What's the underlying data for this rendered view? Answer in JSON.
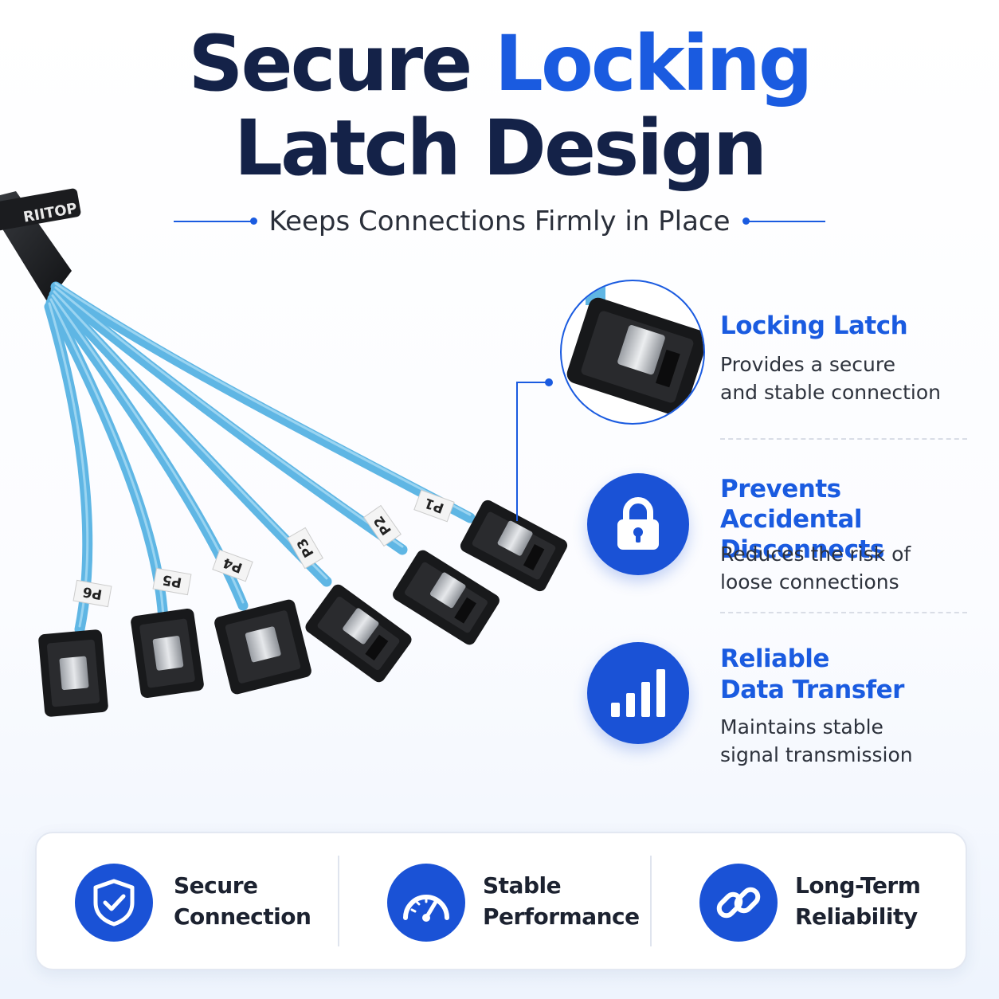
{
  "headline": {
    "line1_prefix": "Secure",
    "line1_accent": "Locking",
    "line2": "Latch Design"
  },
  "subtitle": "Keeps Connections Firmly in Place",
  "cable": {
    "brand": "RIITOP",
    "port_labels": [
      "P1",
      "P2",
      "P3",
      "P4",
      "P5",
      "P6"
    ]
  },
  "features": [
    {
      "title_line1": "Locking Latch",
      "title_line2": "",
      "desc_line1": "Provides a secure",
      "desc_line2": "and stable connection",
      "icon": "connector-zoom"
    },
    {
      "title_line1": "Prevents",
      "title_line2": "Accidental Disconnects",
      "desc_line1": "Reduces the risk of",
      "desc_line2": "loose connections",
      "icon": "lock-icon"
    },
    {
      "title_line1": "Reliable",
      "title_line2": "Data Transfer",
      "desc_line1": "Maintains stable",
      "desc_line2": "signal transmission",
      "icon": "signal-bars-icon"
    }
  ],
  "bottom_badges": [
    {
      "line1": "Secure",
      "line2": "Connection",
      "icon": "shield-check-icon"
    },
    {
      "line1": "Stable",
      "line2": "Performance",
      "icon": "speedometer-icon"
    },
    {
      "line1": "Long-Term",
      "line2": "Reliability",
      "icon": "chain-link-icon"
    }
  ],
  "colors": {
    "accent": "#1a5be0",
    "navy": "#142248",
    "icon_bg": "#1a52d6",
    "cable_blue": "#5fb6e4"
  }
}
